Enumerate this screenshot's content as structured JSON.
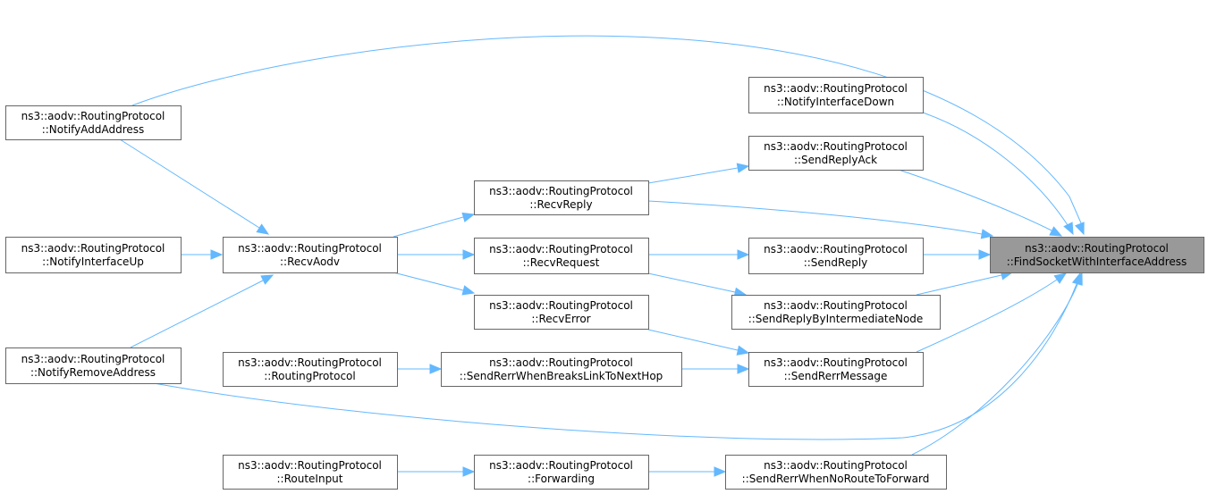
{
  "diagram": {
    "nodes": [
      {
        "id": "notifyAddAddress",
        "line1": "ns3::aodv::RoutingProtocol",
        "line2": "::NotifyAddAddress"
      },
      {
        "id": "notifyInterfaceUp",
        "line1": "ns3::aodv::RoutingProtocol",
        "line2": "::NotifyInterfaceUp"
      },
      {
        "id": "notifyRemoveAddress",
        "line1": "ns3::aodv::RoutingProtocol",
        "line2": "::NotifyRemoveAddress"
      },
      {
        "id": "routingProtocol",
        "line1": "ns3::aodv::RoutingProtocol",
        "line2": "::RoutingProtocol"
      },
      {
        "id": "routeInput",
        "line1": "ns3::aodv::RoutingProtocol",
        "line2": "::RouteInput"
      },
      {
        "id": "recvAodv",
        "line1": "ns3::aodv::RoutingProtocol",
        "line2": "::RecvAodv"
      },
      {
        "id": "recvReply",
        "line1": "ns3::aodv::RoutingProtocol",
        "line2": "::RecvReply"
      },
      {
        "id": "recvRequest",
        "line1": "ns3::aodv::RoutingProtocol",
        "line2": "::RecvRequest"
      },
      {
        "id": "recvError",
        "line1": "ns3::aodv::RoutingProtocol",
        "line2": "::RecvError"
      },
      {
        "id": "sendRerrWhenBreaksLinkToNextHop",
        "line1": "ns3::aodv::RoutingProtocol",
        "line2": "::SendRerrWhenBreaksLinkToNextHop"
      },
      {
        "id": "forwarding",
        "line1": "ns3::aodv::RoutingProtocol",
        "line2": "::Forwarding"
      },
      {
        "id": "notifyInterfaceDown",
        "line1": "ns3::aodv::RoutingProtocol",
        "line2": "::NotifyInterfaceDown"
      },
      {
        "id": "sendReplyAck",
        "line1": "ns3::aodv::RoutingProtocol",
        "line2": "::SendReplyAck"
      },
      {
        "id": "sendReply",
        "line1": "ns3::aodv::RoutingProtocol",
        "line2": "::SendReply"
      },
      {
        "id": "sendReplyByIntermediateNode",
        "line1": "ns3::aodv::RoutingProtocol",
        "line2": "::SendReplyByIntermediateNode"
      },
      {
        "id": "sendRerrMessage",
        "line1": "ns3::aodv::RoutingProtocol",
        "line2": "::SendRerrMessage"
      },
      {
        "id": "sendRerrWhenNoRouteToForward",
        "line1": "ns3::aodv::RoutingProtocol",
        "line2": "::SendRerrWhenNoRouteToForward"
      },
      {
        "id": "findSocketWithInterfaceAddress",
        "line1": "ns3::aodv::RoutingProtocol",
        "line2": "::FindSocketWithInterfaceAddress",
        "highlighted": true
      }
    ],
    "edges": [
      {
        "from": "notifyAddAddress",
        "to": "findSocketWithInterfaceAddress"
      },
      {
        "from": "notifyAddAddress",
        "to": "recvAodv"
      },
      {
        "from": "notifyInterfaceUp",
        "to": "recvAodv"
      },
      {
        "from": "notifyRemoveAddress",
        "to": "recvAodv"
      },
      {
        "from": "notifyRemoveAddress",
        "to": "findSocketWithInterfaceAddress"
      },
      {
        "from": "recvAodv",
        "to": "recvReply"
      },
      {
        "from": "recvAodv",
        "to": "recvRequest"
      },
      {
        "from": "recvAodv",
        "to": "recvError"
      },
      {
        "from": "recvReply",
        "to": "sendReplyAck"
      },
      {
        "from": "recvReply",
        "to": "findSocketWithInterfaceAddress"
      },
      {
        "from": "recvRequest",
        "to": "sendReply"
      },
      {
        "from": "recvRequest",
        "to": "sendReplyByIntermediateNode"
      },
      {
        "from": "recvError",
        "to": "sendRerrMessage"
      },
      {
        "from": "routingProtocol",
        "to": "sendRerrWhenBreaksLinkToNextHop"
      },
      {
        "from": "sendRerrWhenBreaksLinkToNextHop",
        "to": "sendRerrMessage"
      },
      {
        "from": "routeInput",
        "to": "forwarding"
      },
      {
        "from": "forwarding",
        "to": "sendRerrWhenNoRouteToForward"
      },
      {
        "from": "notifyInterfaceDown",
        "to": "findSocketWithInterfaceAddress"
      },
      {
        "from": "sendReplyAck",
        "to": "findSocketWithInterfaceAddress"
      },
      {
        "from": "sendReply",
        "to": "findSocketWithInterfaceAddress"
      },
      {
        "from": "sendReplyByIntermediateNode",
        "to": "findSocketWithInterfaceAddress"
      },
      {
        "from": "sendRerrMessage",
        "to": "findSocketWithInterfaceAddress"
      },
      {
        "from": "sendRerrWhenNoRouteToForward",
        "to": "findSocketWithInterfaceAddress"
      }
    ],
    "colors": {
      "edge": "#63b8ff",
      "node_border": "#666666",
      "highlight_fill": "#999999"
    }
  }
}
